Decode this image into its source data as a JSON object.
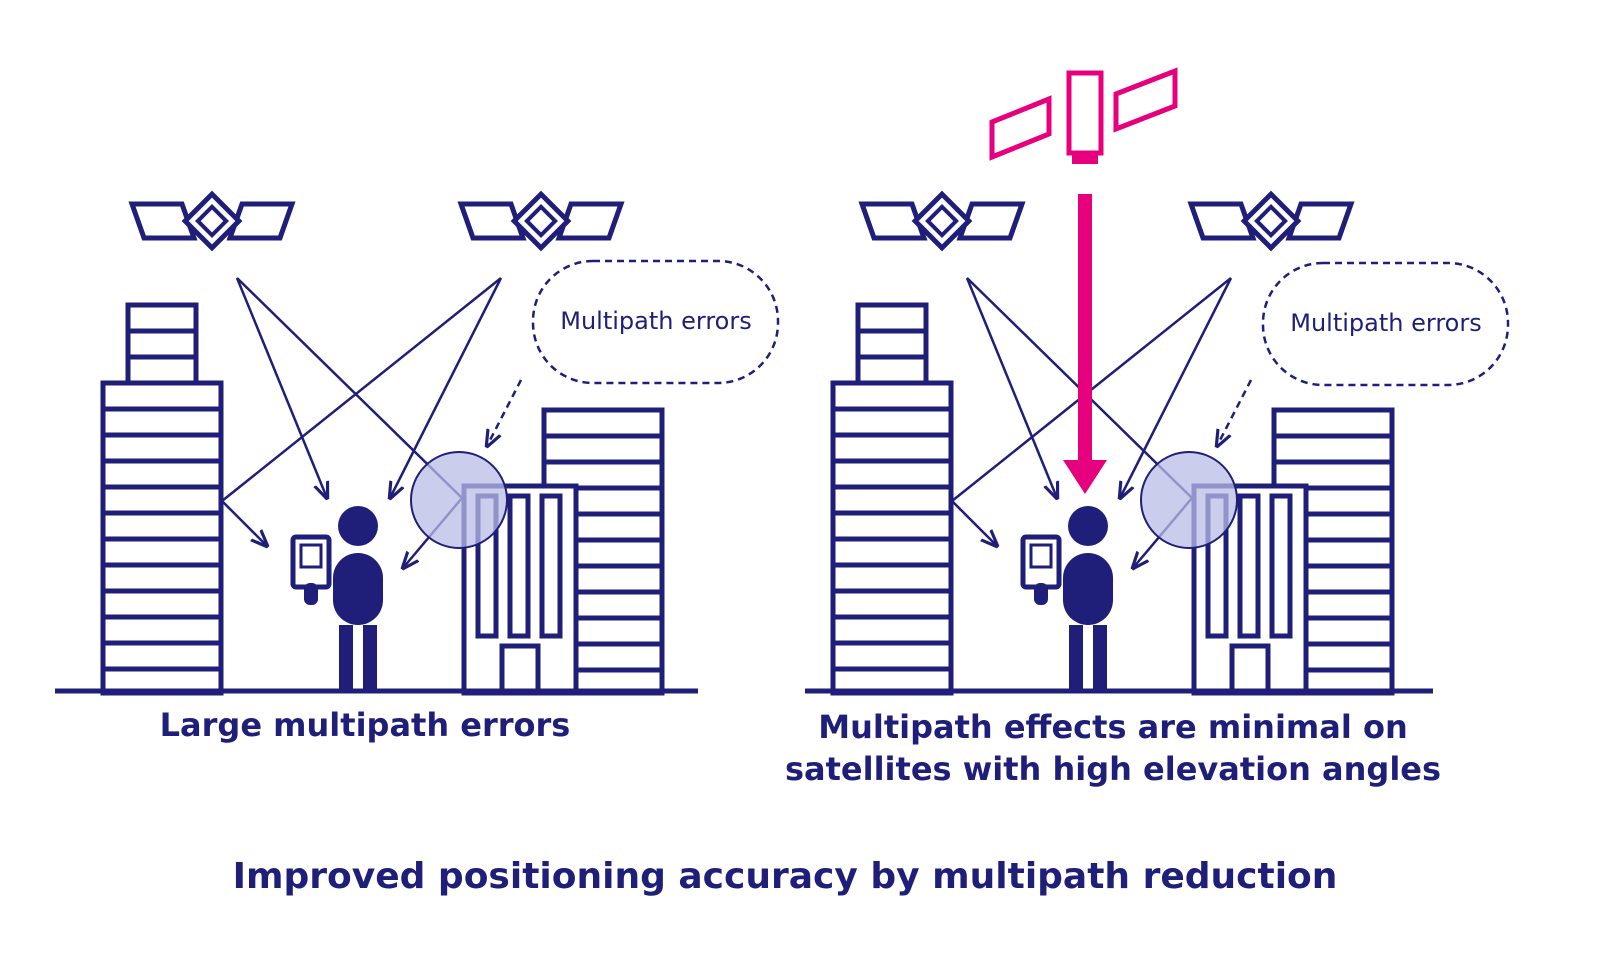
{
  "colors": {
    "primary": "#1f1f7a",
    "accent": "#e6007e",
    "highlight_fill": "#b8bce6"
  },
  "left_panel": {
    "callout": "Multipath errors",
    "caption": "Large multipath errors"
  },
  "right_panel": {
    "callout": "Multipath errors",
    "caption_line1": "Multipath effects are minimal on",
    "caption_line2": "satellites with high elevation angles"
  },
  "footer": {
    "title": "Improved positioning accuracy by multipath reduction"
  }
}
